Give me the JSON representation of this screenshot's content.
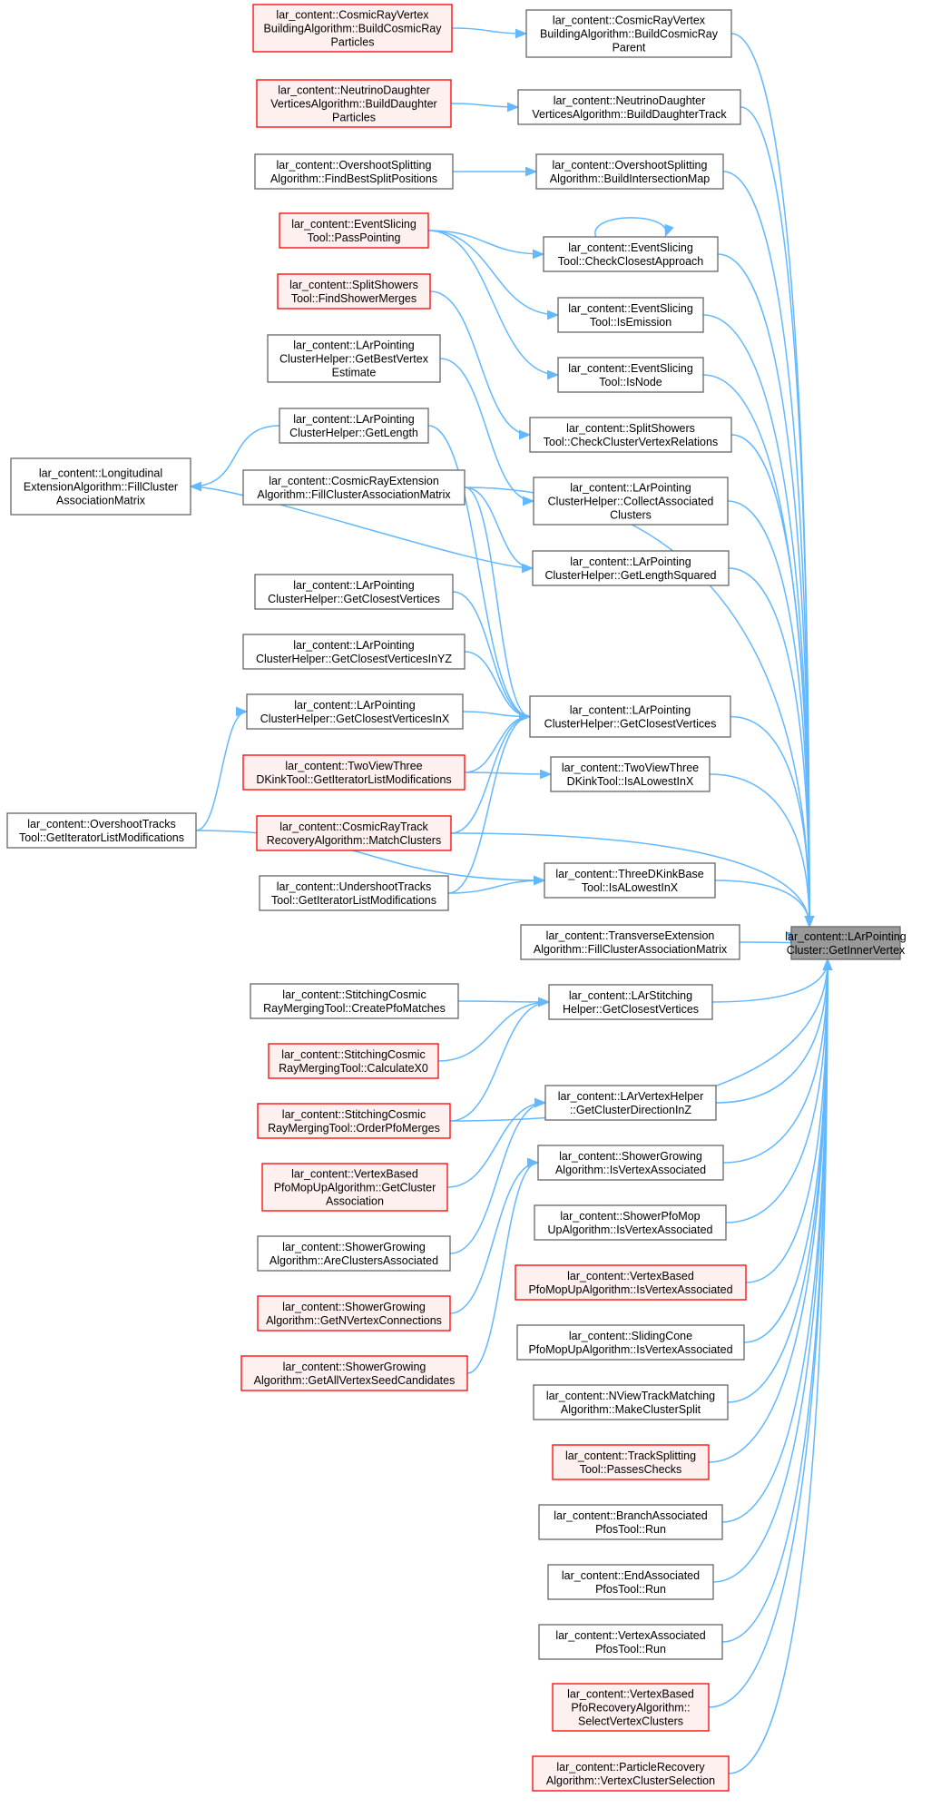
{
  "target": {
    "lines": [
      "lar_content::LArPointing",
      "Cluster::GetInnerVertex"
    ]
  },
  "nodes": [
    {
      "id": "n1",
      "lines": [
        "lar_content::CosmicRayVertex",
        "BuildingAlgorithm::BuildCosmicRay",
        "Particles"
      ],
      "red": true
    },
    {
      "id": "n2",
      "lines": [
        "lar_content::CosmicRayVertex",
        "BuildingAlgorithm::BuildCosmicRay",
        "Parent"
      ],
      "red": false
    },
    {
      "id": "n3",
      "lines": [
        "lar_content::NeutrinoDaughter",
        "VerticesAlgorithm::BuildDaughter",
        "Particles"
      ],
      "red": true
    },
    {
      "id": "n4",
      "lines": [
        "lar_content::NeutrinoDaughter",
        "VerticesAlgorithm::BuildDaughterTrack"
      ],
      "red": false
    },
    {
      "id": "n5",
      "lines": [
        "lar_content::OvershootSplitting",
        "Algorithm::FindBestSplitPositions"
      ],
      "red": false
    },
    {
      "id": "n6",
      "lines": [
        "lar_content::OvershootSplitting",
        "Algorithm::BuildIntersectionMap"
      ],
      "red": false
    },
    {
      "id": "n7",
      "lines": [
        "lar_content::EventSlicing",
        "Tool::PassPointing"
      ],
      "red": true
    },
    {
      "id": "n8",
      "lines": [
        "lar_content::EventSlicing",
        "Tool::CheckClosestApproach"
      ],
      "red": false
    },
    {
      "id": "n9",
      "lines": [
        "lar_content::SplitShowers",
        "Tool::FindShowerMerges"
      ],
      "red": true
    },
    {
      "id": "n10",
      "lines": [
        "lar_content::EventSlicing",
        "Tool::IsEmission"
      ],
      "red": false
    },
    {
      "id": "n11",
      "lines": [
        "lar_content::LArPointing",
        "ClusterHelper::GetBestVertex",
        "Estimate"
      ],
      "red": false
    },
    {
      "id": "n12",
      "lines": [
        "lar_content::EventSlicing",
        "Tool::IsNode"
      ],
      "red": false
    },
    {
      "id": "n13",
      "lines": [
        "lar_content::LArPointing",
        "ClusterHelper::GetLength"
      ],
      "red": false
    },
    {
      "id": "n14",
      "lines": [
        "lar_content::SplitShowers",
        "Tool::CheckClusterVertexRelations"
      ],
      "red": false
    },
    {
      "id": "n15",
      "lines": [
        "lar_content::Longitudinal",
        "ExtensionAlgorithm::FillCluster",
        "AssociationMatrix"
      ],
      "red": false
    },
    {
      "id": "n16",
      "lines": [
        "lar_content::CosmicRayExtension",
        "Algorithm::FillClusterAssociationMatrix"
      ],
      "red": false
    },
    {
      "id": "n17",
      "lines": [
        "lar_content::LArPointing",
        "ClusterHelper::CollectAssociated",
        "Clusters"
      ],
      "red": false
    },
    {
      "id": "n18",
      "lines": [
        "lar_content::LArPointing",
        "ClusterHelper::GetLengthSquared"
      ],
      "red": false
    },
    {
      "id": "n19",
      "lines": [
        "lar_content::LArPointing",
        "ClusterHelper::GetClosestVertices"
      ],
      "red": false
    },
    {
      "id": "n20",
      "lines": [
        "lar_content::LArPointing",
        "ClusterHelper::GetClosestVerticesInYZ"
      ],
      "red": false
    },
    {
      "id": "n21",
      "lines": [
        "lar_content::LArPointing",
        "ClusterHelper::GetClosestVerticesInX"
      ],
      "red": false
    },
    {
      "id": "n22",
      "lines": [
        "lar_content::LArPointing",
        "ClusterHelper::GetClosestVertices"
      ],
      "red": false
    },
    {
      "id": "n23",
      "lines": [
        "lar_content::TwoViewThree",
        "DKinkTool::GetIteratorListModifications"
      ],
      "red": true
    },
    {
      "id": "n24",
      "lines": [
        "lar_content::TwoViewThree",
        "DKinkTool::IsALowestInX"
      ],
      "red": false
    },
    {
      "id": "n25",
      "lines": [
        "lar_content::OvershootTracks",
        "Tool::GetIteratorListModifications"
      ],
      "red": false
    },
    {
      "id": "n26",
      "lines": [
        "lar_content::CosmicRayTrack",
        "RecoveryAlgorithm::MatchClusters"
      ],
      "red": true
    },
    {
      "id": "n27",
      "lines": [
        "lar_content::UndershootTracks",
        "Tool::GetIteratorListModifications"
      ],
      "red": false
    },
    {
      "id": "n28",
      "lines": [
        "lar_content::ThreeDKinkBase",
        "Tool::IsALowestInX"
      ],
      "red": false
    },
    {
      "id": "n29",
      "lines": [
        "lar_content::TransverseExtension",
        "Algorithm::FillClusterAssociationMatrix"
      ],
      "red": false
    },
    {
      "id": "n30",
      "lines": [
        "lar_content::StitchingCosmic",
        "RayMergingTool::CreatePfoMatches"
      ],
      "red": false
    },
    {
      "id": "n31",
      "lines": [
        "lar_content::LArStitching",
        "Helper::GetClosestVertices"
      ],
      "red": false
    },
    {
      "id": "n32",
      "lines": [
        "lar_content::StitchingCosmic",
        "RayMergingTool::CalculateX0"
      ],
      "red": true
    },
    {
      "id": "n33",
      "lines": [
        "lar_content::StitchingCosmic",
        "RayMergingTool::OrderPfoMerges"
      ],
      "red": true
    },
    {
      "id": "n34",
      "lines": [
        "lar_content::LArVertexHelper",
        "::GetClusterDirectionInZ"
      ],
      "red": false
    },
    {
      "id": "n35",
      "lines": [
        "lar_content::VertexBased",
        "PfoMopUpAlgorithm::GetCluster",
        "Association"
      ],
      "red": true
    },
    {
      "id": "n36",
      "lines": [
        "lar_content::ShowerGrowing",
        "Algorithm::IsVertexAssociated"
      ],
      "red": false
    },
    {
      "id": "n37",
      "lines": [
        "lar_content::ShowerGrowing",
        "Algorithm::AreClustersAssociated"
      ],
      "red": false
    },
    {
      "id": "n38",
      "lines": [
        "lar_content::ShowerPfoMop",
        "UpAlgorithm::IsVertexAssociated"
      ],
      "red": false
    },
    {
      "id": "n39",
      "lines": [
        "lar_content::ShowerGrowing",
        "Algorithm::GetNVertexConnections"
      ],
      "red": true
    },
    {
      "id": "n40",
      "lines": [
        "lar_content::VertexBased",
        "PfoMopUpAlgorithm::IsVertexAssociated"
      ],
      "red": true
    },
    {
      "id": "n41",
      "lines": [
        "lar_content::ShowerGrowing",
        "Algorithm::GetAllVertexSeedCandidates"
      ],
      "red": true
    },
    {
      "id": "n42",
      "lines": [
        "lar_content::SlidingCone",
        "PfoMopUpAlgorithm::IsVertexAssociated"
      ],
      "red": false
    },
    {
      "id": "n43",
      "lines": [
        "lar_content::NViewTrackMatching",
        "Algorithm::MakeClusterSplit"
      ],
      "red": false
    },
    {
      "id": "n44",
      "lines": [
        "lar_content::TrackSplitting",
        "Tool::PassesChecks"
      ],
      "red": true
    },
    {
      "id": "n45",
      "lines": [
        "lar_content::BranchAssociated",
        "PfosTool::Run"
      ],
      "red": false
    },
    {
      "id": "n46",
      "lines": [
        "lar_content::EndAssociated",
        "PfosTool::Run"
      ],
      "red": false
    },
    {
      "id": "n47",
      "lines": [
        "lar_content::VertexAssociated",
        "PfosTool::Run"
      ],
      "red": false
    },
    {
      "id": "n48",
      "lines": [
        "lar_content::VertexBased",
        "PfoRecoveryAlgorithm::",
        "SelectVertexClusters"
      ],
      "red": true
    },
    {
      "id": "n49",
      "lines": [
        "lar_content::ParticleRecovery",
        "Algorithm::VertexClusterSelection"
      ],
      "red": true
    }
  ],
  "edges": [
    [
      "n1",
      "n2"
    ],
    [
      "n3",
      "n4"
    ],
    [
      "n5",
      "n6"
    ],
    [
      "n7",
      "n8"
    ],
    [
      "n7",
      "n10"
    ],
    [
      "n7",
      "n12"
    ],
    [
      "n8",
      "n8"
    ],
    [
      "n9",
      "n14"
    ],
    [
      "n11",
      "n17"
    ],
    [
      "n13",
      "n15"
    ],
    [
      "n13",
      "n22"
    ],
    [
      "n16",
      "n18"
    ],
    [
      "n16",
      "n22"
    ],
    [
      "n18",
      "n15"
    ],
    [
      "n19",
      "n22"
    ],
    [
      "n20",
      "n22"
    ],
    [
      "n21",
      "n22"
    ],
    [
      "n23",
      "n22"
    ],
    [
      "n23",
      "n24"
    ],
    [
      "n26",
      "n22"
    ],
    [
      "n27",
      "n22"
    ],
    [
      "n27",
      "n28"
    ],
    [
      "n25",
      "n21"
    ],
    [
      "n25",
      "n28"
    ],
    [
      "n30",
      "n31"
    ],
    [
      "n32",
      "n31"
    ],
    [
      "n33",
      "n31"
    ],
    [
      "n35",
      "n34"
    ],
    [
      "n37",
      "n34"
    ],
    [
      "n39",
      "n36"
    ],
    [
      "n41",
      "n36"
    ],
    [
      "n2",
      "T"
    ],
    [
      "n4",
      "T"
    ],
    [
      "n6",
      "T"
    ],
    [
      "n8",
      "T"
    ],
    [
      "n10",
      "T"
    ],
    [
      "n12",
      "T"
    ],
    [
      "n14",
      "T"
    ],
    [
      "n17",
      "T"
    ],
    [
      "n18",
      "T"
    ],
    [
      "n16",
      "T"
    ],
    [
      "n22",
      "T"
    ],
    [
      "n24",
      "T"
    ],
    [
      "n26",
      "T"
    ],
    [
      "n28",
      "T"
    ],
    [
      "n29",
      "T"
    ],
    [
      "n31",
      "T"
    ],
    [
      "n33",
      "T"
    ],
    [
      "n34",
      "T"
    ],
    [
      "n36",
      "T"
    ],
    [
      "n38",
      "T"
    ],
    [
      "n40",
      "T"
    ],
    [
      "n42",
      "T"
    ],
    [
      "n43",
      "T"
    ],
    [
      "n44",
      "T"
    ],
    [
      "n45",
      "T"
    ],
    [
      "n46",
      "T"
    ],
    [
      "n47",
      "T"
    ],
    [
      "n48",
      "T"
    ],
    [
      "n49",
      "T"
    ]
  ]
}
